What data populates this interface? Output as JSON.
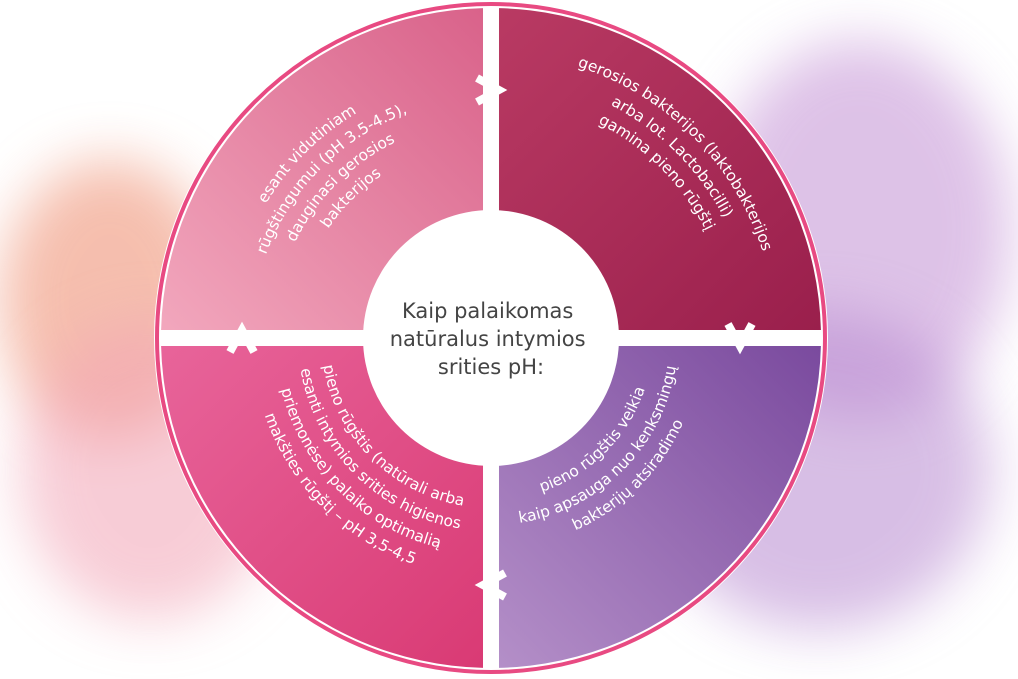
{
  "center_title": [
    "Kaip palaikomas",
    "natūralus intymios",
    "srities pH:"
  ],
  "quadrants": {
    "top_left": {
      "color": "#e27a9c",
      "lines": [
        "esant vidutiniam",
        "rūgštingumui (pH 3.5-4.5),",
        "dauginasi gerosios",
        "bakterijos"
      ]
    },
    "top_right": {
      "color": "#b3325d",
      "lines": [
        "gerosios bakterijos (laktobakterijos",
        "arba lot. Lactobacilli)",
        "gamina pieno rūgštį"
      ]
    },
    "bottom_left": {
      "color": "#e2447e",
      "lines": [
        "pieno rūgštis (natūrali arba",
        "esanti intymios srities higienos",
        "priemonėse) palaiko optimalią",
        "makšties rūgštį – pH 3,5-4,5"
      ]
    },
    "bottom_right": {
      "color": "#8c5aa8",
      "lines": [
        "pieno rūgštis veikia",
        "kaip apsauga nuo kenksmingų",
        "bakterijų atsiradimo"
      ]
    }
  },
  "ring_color": "#e84a82"
}
